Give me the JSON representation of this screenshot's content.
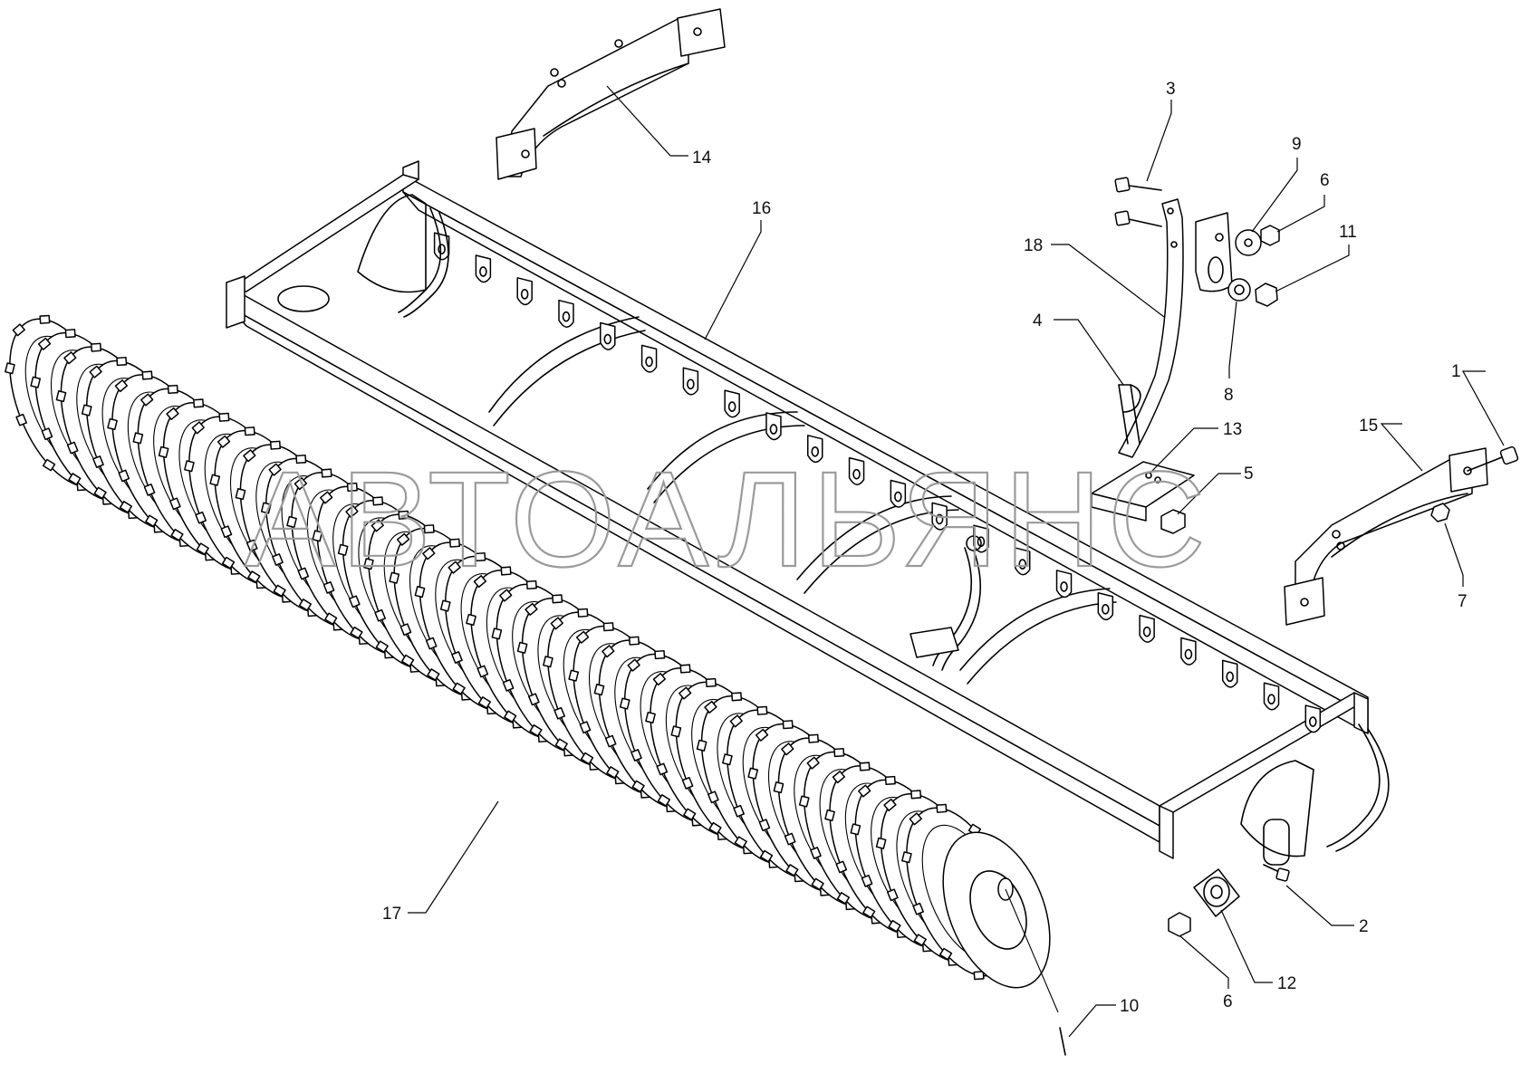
{
  "watermark": "АВТОАЛЬЯНС",
  "callouts": [
    {
      "id": "c1",
      "label": "1"
    },
    {
      "id": "c2",
      "label": "2"
    },
    {
      "id": "c3",
      "label": "3"
    },
    {
      "id": "c4",
      "label": "4"
    },
    {
      "id": "c5",
      "label": "5"
    },
    {
      "id": "c6a",
      "label": "6"
    },
    {
      "id": "c6b",
      "label": "6"
    },
    {
      "id": "c7",
      "label": "7"
    },
    {
      "id": "c8",
      "label": "8"
    },
    {
      "id": "c9",
      "label": "9"
    },
    {
      "id": "c10",
      "label": "10"
    },
    {
      "id": "c11",
      "label": "11"
    },
    {
      "id": "c12",
      "label": "12"
    },
    {
      "id": "c13",
      "label": "13"
    },
    {
      "id": "c14",
      "label": "14"
    },
    {
      "id": "c15",
      "label": "15"
    },
    {
      "id": "c16",
      "label": "16"
    },
    {
      "id": "c17",
      "label": "17"
    },
    {
      "id": "c18",
      "label": "18"
    }
  ]
}
